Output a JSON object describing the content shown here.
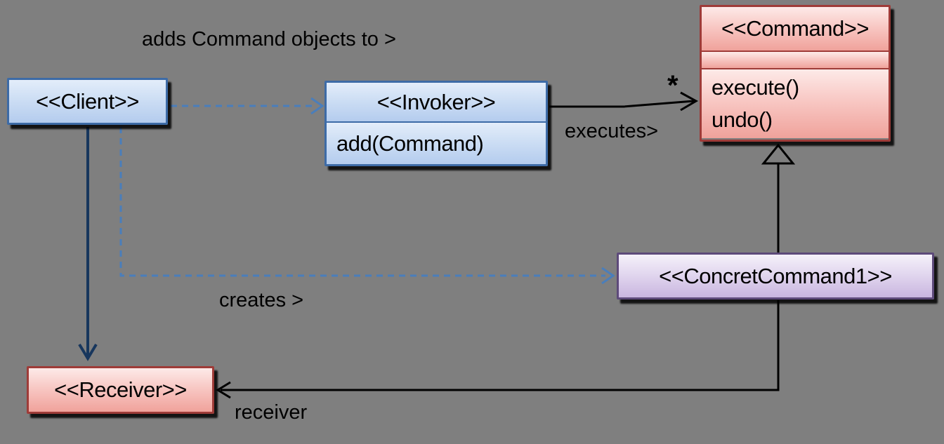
{
  "diagram": {
    "kind": "uml-class-diagram",
    "subject": "Command design pattern",
    "background_color": "#7f7f7f",
    "classes": {
      "client": {
        "name": "<<Client>>"
      },
      "invoker": {
        "name": "<<Invoker>>",
        "methods": [
          "add(Command)"
        ]
      },
      "command": {
        "name": "<<Command>>",
        "methods": [
          "execute()",
          "undo()"
        ]
      },
      "concrete_command": {
        "name": "<<ConcretCommand1>>"
      },
      "receiver": {
        "name": "<<Receiver>>"
      }
    },
    "edge_labels": {
      "adds": "adds Command objects to >",
      "executes": "executes>",
      "multiplicity": "*",
      "creates": "creates >",
      "receiver": "receiver"
    },
    "colors": {
      "blue_fill_top": "#e3edfa",
      "blue_fill_bottom": "#b4ccee",
      "blue_border": "#3d6ba6",
      "red_fill_top": "#fdeae8",
      "red_fill_bottom": "#f0a29b",
      "red_border": "#9e3b38",
      "purple_fill_top": "#f5f1fa",
      "purple_fill_bottom": "#c9b6df",
      "purple_border": "#5d4a7a",
      "dashed_arrow_blue": "#4a7ebb",
      "solid_navy_arrow": "#17365d",
      "line_black": "#000000"
    }
  }
}
